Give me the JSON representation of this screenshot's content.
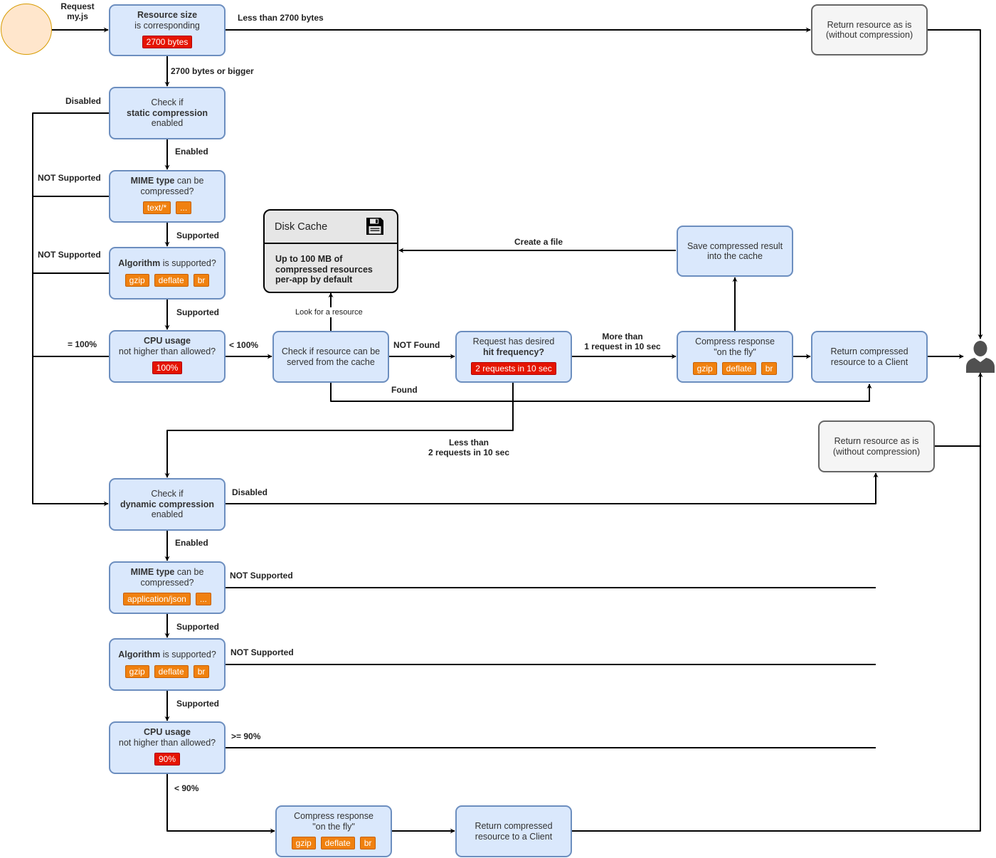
{
  "start": {
    "label_lines": [
      "Request",
      "my.js"
    ]
  },
  "nodes": {
    "resource_size": {
      "lines": [
        [
          {
            "t": "Resource size",
            "b": true
          }
        ],
        [
          {
            "t": "is corresponding"
          }
        ]
      ],
      "tags": [
        {
          "t": "2700 bytes",
          "c": "red"
        }
      ]
    },
    "return_asis_top": {
      "lines": [
        [
          {
            "t": "Return resource as is"
          }
        ],
        [
          {
            "t": "(without compression)"
          }
        ]
      ]
    },
    "check_static": {
      "lines": [
        [
          {
            "t": "Check if"
          }
        ],
        [
          {
            "t": "static compression",
            "b": true
          }
        ],
        [
          {
            "t": "enabled"
          }
        ]
      ]
    },
    "mime_static": {
      "lines": [
        [
          {
            "t": "MIME type",
            "b": true
          },
          {
            "t": " can be"
          }
        ],
        [
          {
            "t": "compressed?"
          }
        ]
      ],
      "tags": [
        {
          "t": "text/*"
        },
        {
          "t": "..."
        }
      ]
    },
    "algo_static": {
      "lines": [
        [
          {
            "t": "Algorithm",
            "b": true
          },
          {
            "t": " is supported?"
          }
        ]
      ],
      "tags": [
        {
          "t": "gzip"
        },
        {
          "t": "deflate"
        },
        {
          "t": "br"
        }
      ]
    },
    "cpu_static": {
      "lines": [
        [
          {
            "t": "CPU usage",
            "b": true
          }
        ],
        [
          {
            "t": "not higher than allowed?"
          }
        ]
      ],
      "tags": [
        {
          "t": "100%",
          "c": "red"
        }
      ]
    },
    "check_cache": {
      "lines": [
        [
          {
            "t": "Check if resource can be"
          }
        ],
        [
          {
            "t": "served from the cache"
          }
        ]
      ]
    },
    "hit_freq": {
      "lines": [
        [
          {
            "t": "Request has desired"
          }
        ],
        [
          {
            "t": "hit frequency?",
            "b": true
          }
        ]
      ],
      "tags": [
        {
          "t": "2 requests in 10 sec",
          "c": "red"
        }
      ]
    },
    "compress_fly_top": {
      "lines": [
        [
          {
            "t": "Compress response"
          }
        ],
        [
          {
            "t": "\"on the fly\""
          }
        ]
      ],
      "tags": [
        {
          "t": "gzip"
        },
        {
          "t": "deflate"
        },
        {
          "t": "br"
        }
      ]
    },
    "return_compressed_top": {
      "lines": [
        [
          {
            "t": "Return compressed"
          }
        ],
        [
          {
            "t": "resource to a Client"
          }
        ]
      ]
    },
    "save_cache": {
      "lines": [
        [
          {
            "t": "Save compressed result"
          }
        ],
        [
          {
            "t": "into the cache"
          }
        ]
      ]
    },
    "return_asis_mid": {
      "lines": [
        [
          {
            "t": "Return resource as is"
          }
        ],
        [
          {
            "t": "(without compression)"
          }
        ]
      ]
    },
    "check_dynamic": {
      "lines": [
        [
          {
            "t": "Check if"
          }
        ],
        [
          {
            "t": "dynamic compression",
            "b": true
          }
        ],
        [
          {
            "t": "enabled"
          }
        ]
      ]
    },
    "mime_dynamic": {
      "lines": [
        [
          {
            "t": "MIME type",
            "b": true
          },
          {
            "t": " can be"
          }
        ],
        [
          {
            "t": "compressed?"
          }
        ]
      ],
      "tags": [
        {
          "t": "application/json"
        },
        {
          "t": "..."
        }
      ]
    },
    "algo_dynamic": {
      "lines": [
        [
          {
            "t": "Algorithm",
            "b": true
          },
          {
            "t": " is supported?"
          }
        ]
      ],
      "tags": [
        {
          "t": "gzip"
        },
        {
          "t": "deflate"
        },
        {
          "t": "br"
        }
      ]
    },
    "cpu_dynamic": {
      "lines": [
        [
          {
            "t": "CPU usage",
            "b": true
          }
        ],
        [
          {
            "t": "not higher than allowed?"
          }
        ]
      ],
      "tags": [
        {
          "t": "90%",
          "c": "red"
        }
      ]
    },
    "compress_fly_bottom": {
      "lines": [
        [
          {
            "t": "Compress response"
          }
        ],
        [
          {
            "t": "\"on the fly\""
          }
        ]
      ],
      "tags": [
        {
          "t": "gzip"
        },
        {
          "t": "deflate"
        },
        {
          "t": "br"
        }
      ]
    },
    "return_compressed_bottom": {
      "lines": [
        [
          {
            "t": "Return compressed"
          }
        ],
        [
          {
            "t": "resource to a Client"
          }
        ]
      ]
    }
  },
  "disk_cache": {
    "title": "Disk Cache",
    "icon": "floppy-disk-icon",
    "body_lines": [
      "Up to 100 MB of",
      "compressed resources",
      "per-app by default"
    ]
  },
  "edge_labels": {
    "less_than_2700": [
      "Less than 2700 bytes"
    ],
    "bigger_2700": [
      "2700 bytes or bigger"
    ],
    "static_disabled": [
      "Disabled"
    ],
    "static_enabled": [
      "Enabled"
    ],
    "mime_static_not": [
      "NOT Supported"
    ],
    "mime_static_supported": [
      "Supported"
    ],
    "algo_static_not": [
      "NOT Supported"
    ],
    "algo_static_supported": [
      "Supported"
    ],
    "cpu_eq_100": [
      "= 100%"
    ],
    "cpu_lt_100": [
      "< 100%"
    ],
    "look_for_resource": [
      "Look for a resource"
    ],
    "not_found": [
      "NOT Found"
    ],
    "more_than": [
      "More than",
      "1 request in 10 sec"
    ],
    "create_file": [
      "Create a file"
    ],
    "found": [
      "Found"
    ],
    "less_than_2req": [
      "Less than",
      "2 requests in 10 sec"
    ],
    "dynamic_disabled": [
      "Disabled"
    ],
    "dynamic_enabled": [
      "Enabled"
    ],
    "mime_dynamic_not": [
      "NOT Supported"
    ],
    "mime_dynamic_supported": [
      "Supported"
    ],
    "algo_dynamic_not": [
      "NOT Supported"
    ],
    "algo_dynamic_supported": [
      "Supported"
    ],
    "cpu_ge_90": [
      ">= 90%"
    ],
    "cpu_lt_90": [
      "< 90%"
    ]
  },
  "client": {
    "icon": "user-icon"
  },
  "colors": {
    "process_fill": "#dae8fc",
    "process_stroke": "#6c8ebf",
    "terminal_fill": "#f5f5f5",
    "terminal_stroke": "#666666",
    "start_fill": "#ffe6cc",
    "start_stroke": "#d79b00",
    "tag_orange": "#f0810f",
    "tag_red": "#e51400",
    "cache_fill": "#e6e6e6",
    "user_icon": "#505050"
  }
}
